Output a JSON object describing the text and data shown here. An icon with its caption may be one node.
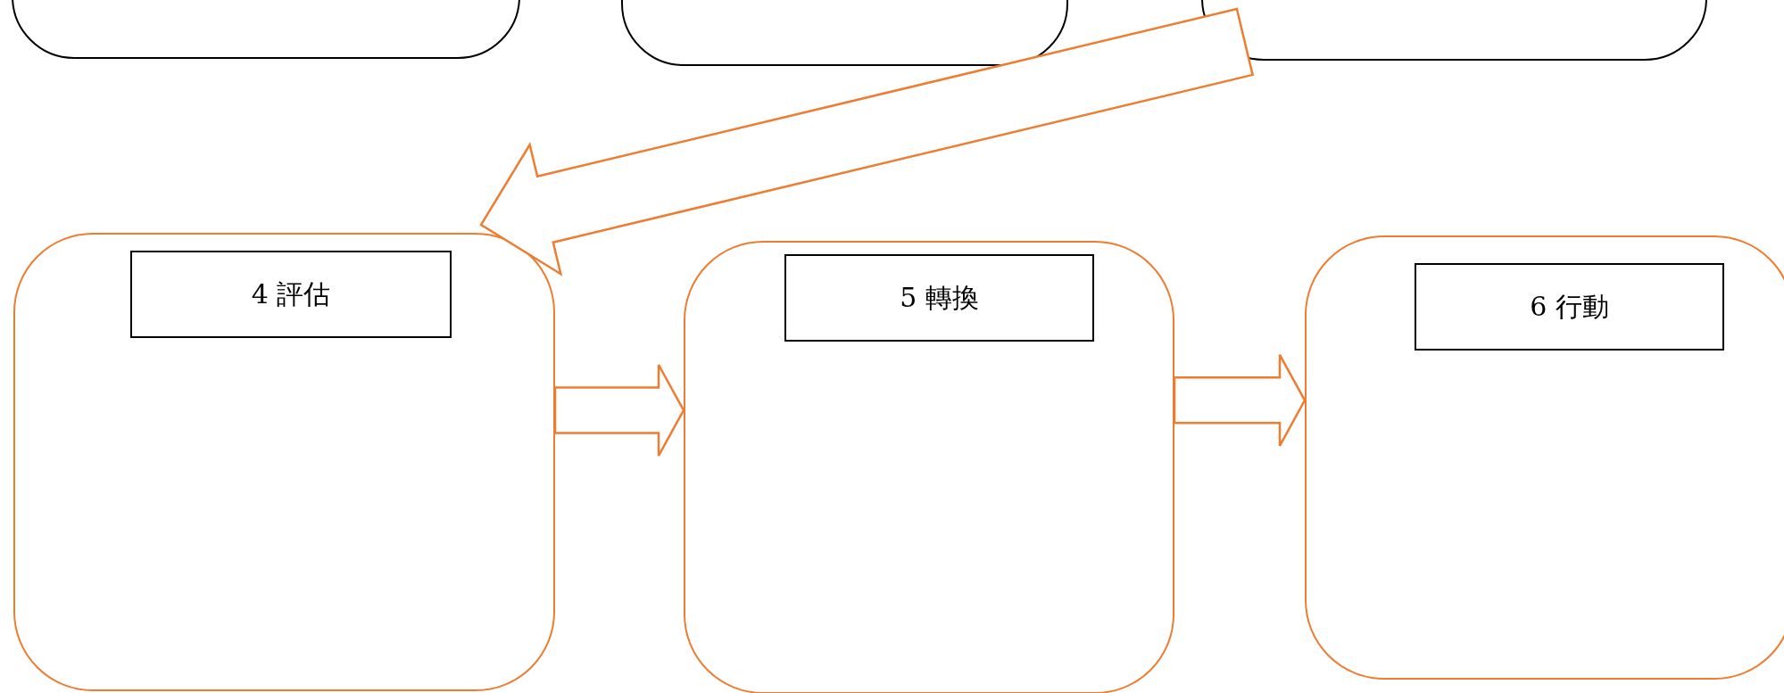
{
  "diagram": {
    "nodes": [
      {
        "text": [],
        "shape": "box"
      },
      {
        "text": [],
        "shape": "box"
      },
      {
        "text": [],
        "shape": "box"
      },
      {
        "text": [],
        "shape": "box"
      },
      {
        "text": [
          "4 評估"
        ],
        "in": 3
      },
      {
        "text": [],
        "shape": "box"
      },
      {
        "text": [
          "5 轉換"
        ],
        "in": 5
      },
      {
        "text": [],
        "shape": "box"
      },
      {
        "text": [
          "6 行動"
        ],
        "in": 7
      }
    ],
    "edges": [
      {
        "from": 2,
        "to": 3,
        "arrow": "to"
      },
      {
        "from": 3,
        "to": 5,
        "arrow": "to"
      },
      {
        "from": 5,
        "to": 7,
        "arrow": "to"
      }
    ]
  }
}
